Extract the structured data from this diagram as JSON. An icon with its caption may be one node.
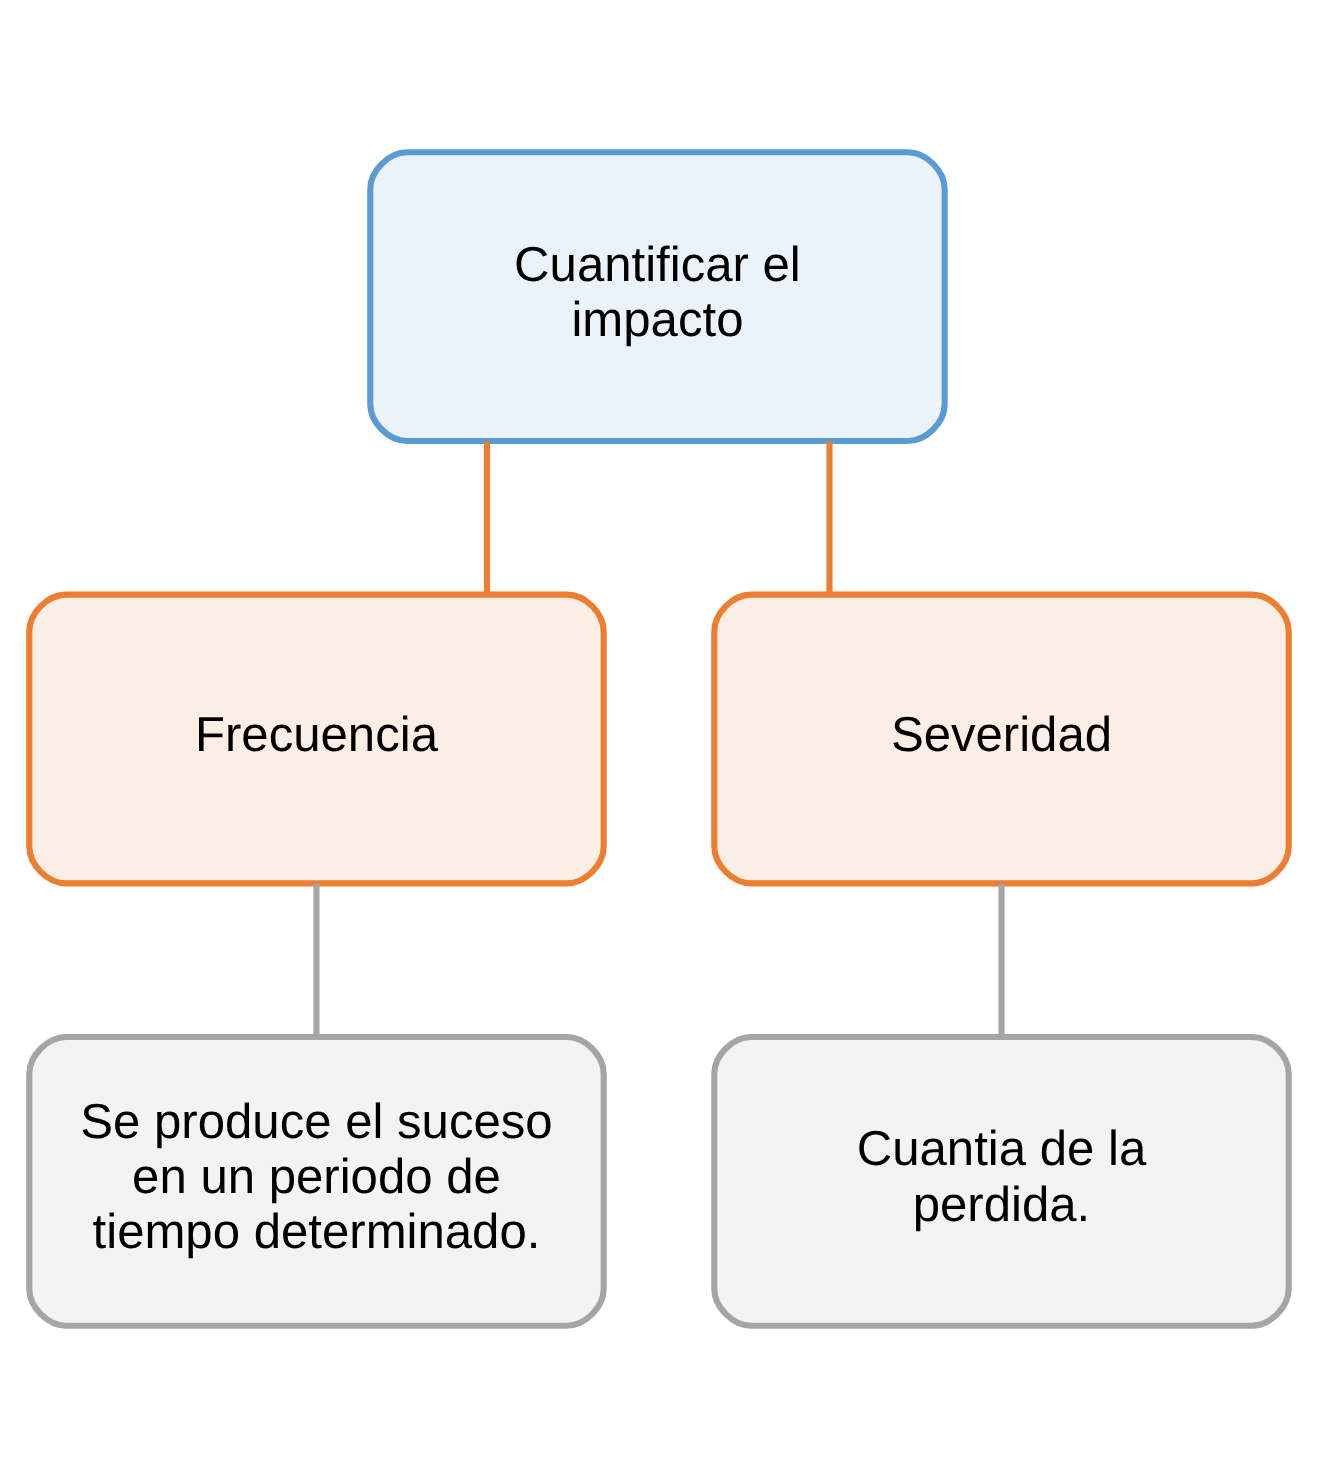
{
  "diagram": {
    "nodes": [
      {
        "text": [
          "Cuantificar el impacto"
        ]
      },
      {
        "text": [
          "Frecuencia"
        ]
      },
      {
        "text": [
          "Severidad"
        ]
      },
      {
        "text": [
          "Se produce el suceso en un periodo de tiempo determinado."
        ]
      },
      {
        "text": [
          "Cuantia de la perdida."
        ]
      }
    ],
    "edges": [
      {
        "from": 0,
        "to": 1,
        "arrow": "none",
        "color": "#ed7d31"
      },
      {
        "from": 0,
        "to": 2,
        "arrow": "none",
        "color": "#ed7d31"
      },
      {
        "from": 1,
        "to": 3,
        "arrow": "none",
        "color": "#a5a5a5"
      },
      {
        "from": 2,
        "to": 4,
        "arrow": "none",
        "color": "#a5a5a5"
      }
    ]
  }
}
